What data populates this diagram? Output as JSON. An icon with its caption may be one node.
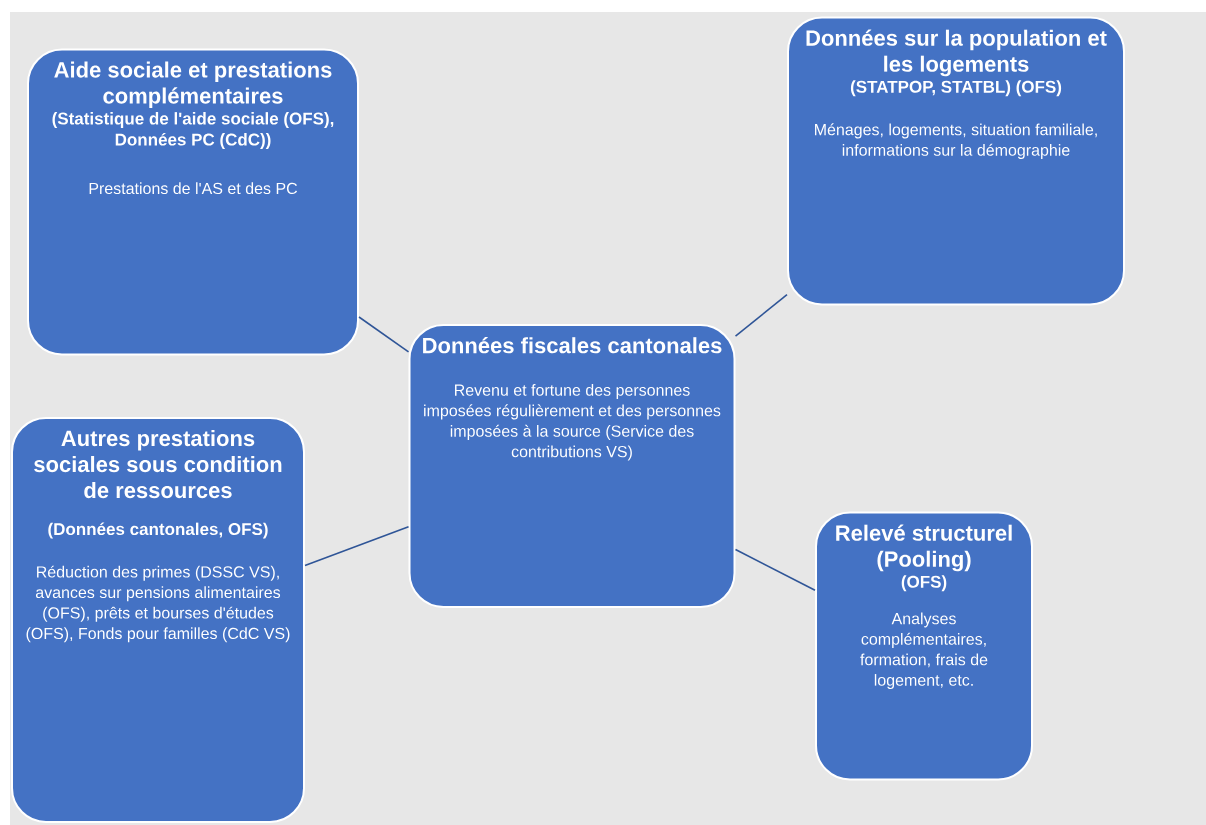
{
  "diagram": {
    "nodes": [
      {
        "text": [
          "Données fiscales cantonales",
          "Revenu et fortune des personnes imposées régulièrement et des personnes imposées à la source (Service des contributions VS)"
        ]
      },
      {
        "text": [
          "Aide sociale et prestations complémentaires",
          "(Statistique de l'aide sociale (OFS), Données PC (CdC))",
          "Prestations de l'AS et des PC"
        ]
      },
      {
        "text": [
          "Données sur la population et les logements",
          "(STATPOP, STATBL) (OFS)",
          "Ménages, logements, situation familiale, informations sur la démographie"
        ]
      },
      {
        "text": [
          "Autres prestations sociales sous condition de ressources",
          "(Données cantonales, OFS)",
          "Réduction des primes (DSSC VS), avances sur pensions alimentaires (OFS), prêts et bourses d'études (OFS), Fonds pour familles (CdC VS)"
        ]
      },
      {
        "text": [
          "Relevé structurel (Pooling)",
          "(OFS)",
          "Analyses complémentaires, formation, frais de logement, etc."
        ]
      }
    ],
    "edges": [
      {
        "from": 0,
        "to": 1,
        "arrow": "none"
      },
      {
        "from": 0,
        "to": 2,
        "arrow": "none"
      },
      {
        "from": 0,
        "to": 3,
        "arrow": "none"
      },
      {
        "from": 0,
        "to": 4,
        "arrow": "none"
      }
    ]
  }
}
